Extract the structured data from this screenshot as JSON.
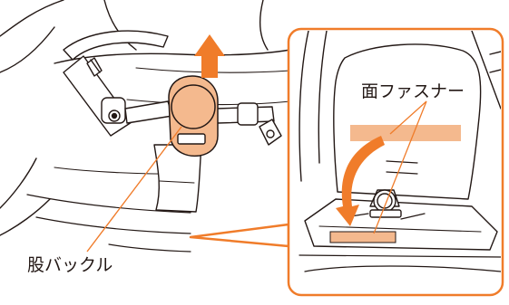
{
  "labels": {
    "crotch_buckle": "股バックル",
    "hook_and_loop": "面ファスナー"
  },
  "colors": {
    "accent": "#f07c2a",
    "pad_fill": "#f4b98e",
    "line": "#231815",
    "background": "#ffffff"
  },
  "icons": {
    "main_arrow": "arrow-up",
    "inset_arrow": "curved-arrow-down"
  }
}
